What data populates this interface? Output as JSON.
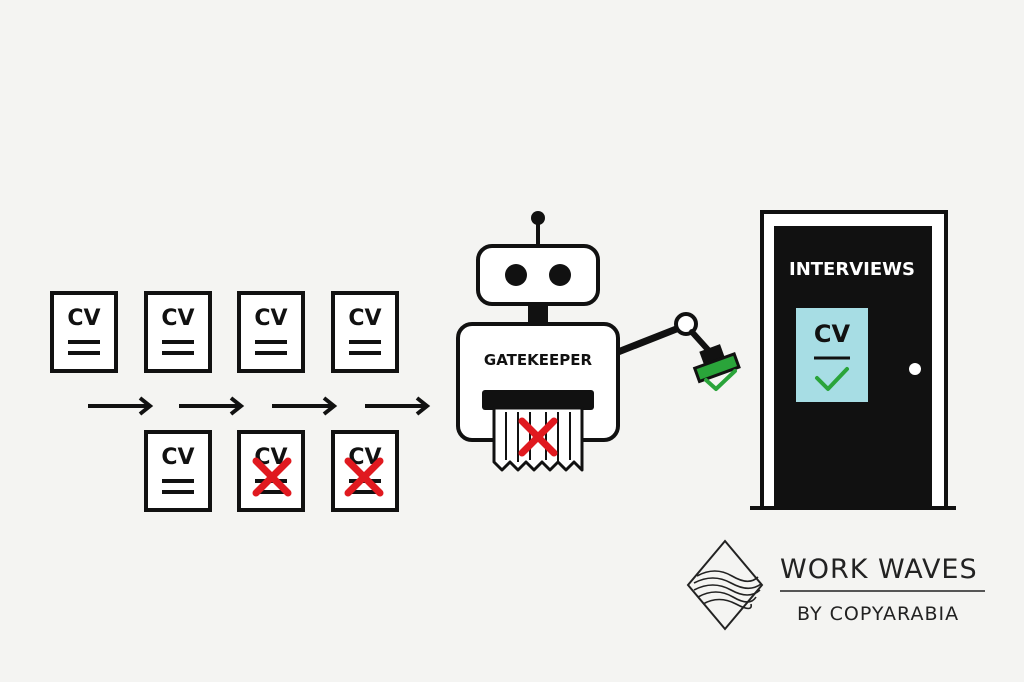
{
  "cv_label": "CV",
  "robot": {
    "label": "GATEKEEPER"
  },
  "door": {
    "label": "INTERVIEWS",
    "cv_label": "CV"
  },
  "brand": {
    "name": "WORK WAVES",
    "byline": "BY COPYARABIA"
  },
  "colors": {
    "reject": "#e0191f",
    "approve": "#2aa43a",
    "door": "#111111",
    "door_card": "#a7dde4",
    "background": "#f4f4f2"
  },
  "icons": [
    "cv-document-icon",
    "arrow-icon",
    "robot-icon",
    "stamp-icon",
    "checkmark-icon",
    "cross-icon",
    "door-icon",
    "wave-diamond-logo-icon"
  ]
}
